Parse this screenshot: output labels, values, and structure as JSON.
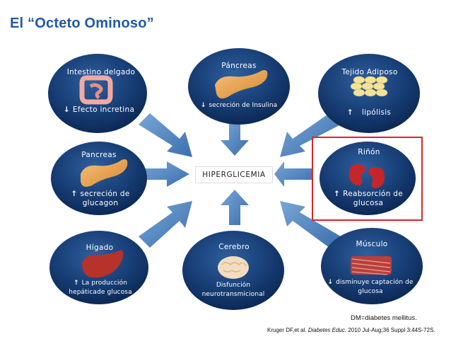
{
  "title": "El “Octeto Ominoso”",
  "center": "HIPERGLICEMIA",
  "colors": {
    "title": "#1f5aa6",
    "ellipse_dark": "#0c2b5c",
    "ellipse_light": "#2e5f9e",
    "arrow": "#4f83bf",
    "highlight_border": "#d9262a"
  },
  "nodes": {
    "intestino": {
      "title": "Intestino delgado",
      "arrow": "down",
      "effect": "Efecto incretina",
      "icon": "intestine-icon"
    },
    "pancreas_top": {
      "title": "Páncreas",
      "arrow": "down",
      "effect": "secreción de Insulina",
      "icon": "pancreas-icon"
    },
    "tejido": {
      "title": "Tejido Adiposo",
      "arrow": "up",
      "effect": "lipólisis",
      "icon": "fat-cells-icon"
    },
    "pancreas_left": {
      "title": "Pancreas",
      "arrow": "up",
      "effect_line1": "secreción de",
      "effect_line2": "glucagon",
      "icon": "pancreas-icon"
    },
    "rinon": {
      "title": "Riñón",
      "arrow": "up",
      "effect_line1": "Reabsorción de",
      "effect_line2": "glucosa",
      "icon": "kidney-icon"
    },
    "higado": {
      "title": "Hígado",
      "arrow": "up",
      "effect_line1": "La producción",
      "effect_line2": "hepáticade glucosa",
      "icon": "liver-icon"
    },
    "cerebro": {
      "title": "Cerebro",
      "effect_line1": "Disfunción",
      "effect_line2": "neurotransmicional",
      "icon": "brain-icon"
    },
    "musculo": {
      "title": "Músculo",
      "arrow": "down",
      "effect_line1": "disminuye captación de",
      "effect_line2": "glucosa",
      "icon": "muscle-icon"
    }
  },
  "note": "DM=diabetes mellitus.",
  "citation": {
    "prefix": "Kruger DF,et al.",
    "journal": "Diabetes Educ.",
    "suffix": "2010 Jul-Aug;36 Suppl 3:44S-72S."
  }
}
